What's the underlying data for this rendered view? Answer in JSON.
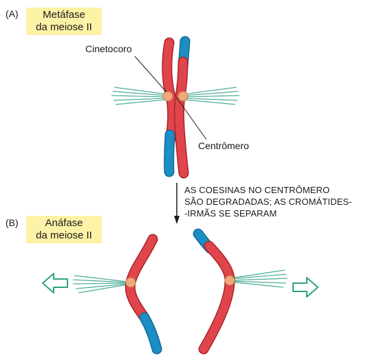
{
  "panel_a": {
    "letter": "(A)",
    "stage_line1": "Metáfase",
    "stage_line2": "da meiose II",
    "label_kinetochore": "Cinetocoro",
    "label_centromere": "Centrômero"
  },
  "transition": {
    "line1": "AS COESINAS NO CENTRÔMERO",
    "line2": "SÃO DEGRADADAS; AS CROMÁTIDES-",
    "line3": "-IRMÃS SE SEPARAM"
  },
  "panel_b": {
    "letter": "(B)",
    "stage_line1": "Anáfase",
    "stage_line2": "da meiose II"
  },
  "colors": {
    "chromatid": "#e0454b",
    "chromatid_tip": "#1b8ec4",
    "kinetochore": "#f0a878",
    "spindle": "#4fae98",
    "arrow": "#2aa57a",
    "stage_box": "#fdf3a6"
  }
}
